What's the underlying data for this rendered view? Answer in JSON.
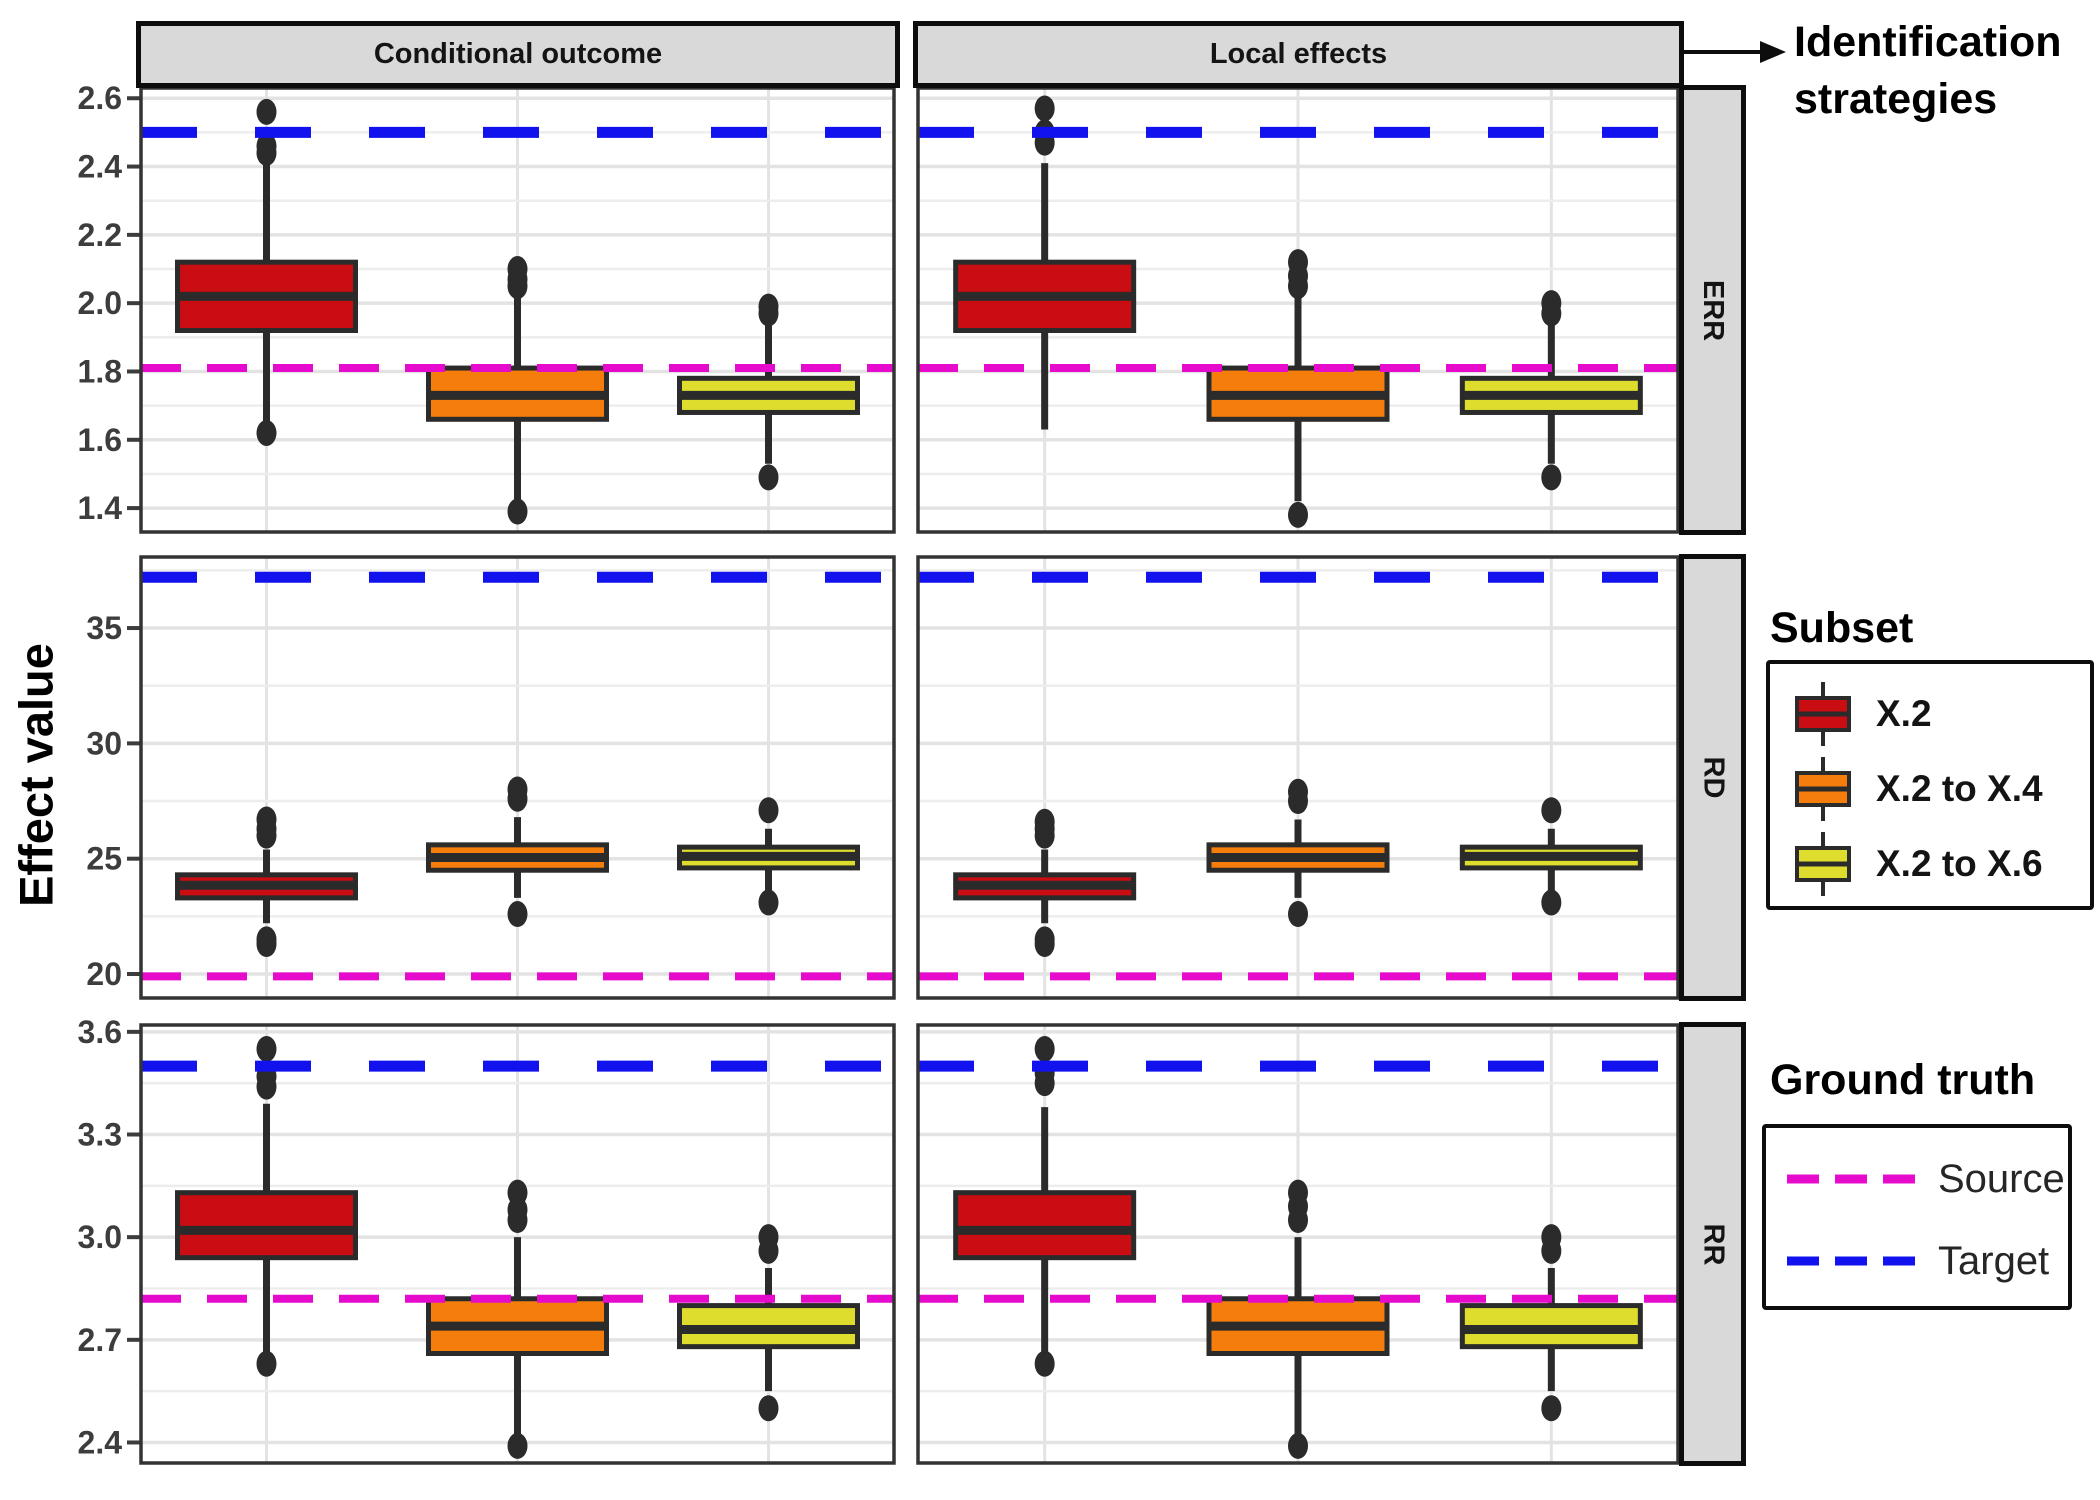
{
  "axis": {
    "y_title": "Effect value"
  },
  "annotation": {
    "line1": "Identification",
    "line2": "strategies"
  },
  "chart_data": {
    "type": "boxplot",
    "facet_columns": [
      "Conditional outcome",
      "Local effects"
    ],
    "series": [
      {
        "name": "X.2",
        "color": "#C90D12"
      },
      {
        "name": "X.2 to X.4",
        "color": "#F57D0B"
      },
      {
        "name": "X.2 to X.6",
        "color": "#DEDD2E"
      }
    ],
    "groundtruth": {
      "source_label": "Source",
      "source_color": "#E60ACD",
      "target_label": "Target",
      "target_color": "#1212EE"
    },
    "legend": {
      "subset_title": "Subset",
      "ground_truth_title": "Ground truth"
    },
    "rows": [
      {
        "label": "ERR",
        "ylim": [
          1.33,
          2.63
        ],
        "ticks": [
          "2.6",
          "2.4",
          "2.2",
          "2.0",
          "1.8",
          "1.6",
          "1.4"
        ],
        "source": 1.81,
        "target": 2.5,
        "panels": [
          [
            {
              "lo": 1.64,
              "q1": 1.92,
              "med": 2.02,
              "q3": 2.12,
              "hi": 2.42,
              "oh": [
                2.44,
                2.46,
                2.56
              ],
              "ol": [
                1.62
              ]
            },
            {
              "lo": 1.42,
              "q1": 1.66,
              "med": 1.73,
              "q3": 1.81,
              "hi": 2.02,
              "oh": [
                2.05,
                2.07,
                2.1
              ],
              "ol": [
                1.39
              ]
            },
            {
              "lo": 1.53,
              "q1": 1.68,
              "med": 1.73,
              "q3": 1.78,
              "hi": 1.94,
              "oh": [
                1.97,
                1.99
              ],
              "ol": [
                1.49
              ]
            }
          ],
          [
            {
              "lo": 1.63,
              "q1": 1.92,
              "med": 2.02,
              "q3": 2.12,
              "hi": 2.41,
              "oh": [
                2.47,
                2.5,
                2.57
              ],
              "ol": []
            },
            {
              "lo": 1.42,
              "q1": 1.66,
              "med": 1.73,
              "q3": 1.81,
              "hi": 2.02,
              "oh": [
                2.05,
                2.08,
                2.12
              ],
              "ol": [
                1.38
              ]
            },
            {
              "lo": 1.53,
              "q1": 1.68,
              "med": 1.73,
              "q3": 1.78,
              "hi": 1.94,
              "oh": [
                1.97,
                2.0
              ],
              "ol": [
                1.49
              ]
            }
          ]
        ]
      },
      {
        "label": "RD",
        "ylim": [
          18.96,
          38.08
        ],
        "ticks": [
          "35",
          "30",
          "25",
          "20"
        ],
        "source": 19.9,
        "target": 37.2,
        "panels": [
          [
            {
              "lo": 22.2,
              "q1": 23.3,
              "med": 23.85,
              "q3": 24.3,
              "hi": 25.4,
              "oh": [
                26.0,
                26.3,
                26.7
              ],
              "ol": [
                21.3,
                21.5
              ]
            },
            {
              "lo": 23.3,
              "q1": 24.5,
              "med": 25.05,
              "q3": 25.6,
              "hi": 26.8,
              "oh": [
                27.6,
                28.0
              ],
              "ol": [
                22.6
              ]
            },
            {
              "lo": 23.5,
              "q1": 24.6,
              "med": 25.1,
              "q3": 25.5,
              "hi": 26.3,
              "oh": [
                27.1
              ],
              "ol": [
                23.1
              ]
            }
          ],
          [
            {
              "lo": 22.2,
              "q1": 23.3,
              "med": 23.85,
              "q3": 24.3,
              "hi": 25.4,
              "oh": [
                26.0,
                26.3,
                26.6
              ],
              "ol": [
                21.3,
                21.5
              ]
            },
            {
              "lo": 23.3,
              "q1": 24.5,
              "med": 25.05,
              "q3": 25.6,
              "hi": 26.7,
              "oh": [
                27.5,
                27.9
              ],
              "ol": [
                22.6
              ]
            },
            {
              "lo": 23.5,
              "q1": 24.6,
              "med": 25.1,
              "q3": 25.5,
              "hi": 26.3,
              "oh": [
                27.1
              ],
              "ol": [
                23.1
              ]
            }
          ]
        ]
      },
      {
        "label": "RR",
        "ylim": [
          2.34,
          3.62
        ],
        "ticks": [
          "3.6",
          "3.3",
          "3.0",
          "2.7",
          "2.4"
        ],
        "source": 2.82,
        "target": 3.5,
        "panels": [
          [
            {
              "lo": 2.64,
              "q1": 2.94,
              "med": 3.02,
              "q3": 3.13,
              "hi": 3.39,
              "oh": [
                3.44,
                3.47,
                3.55
              ],
              "ol": [
                2.63
              ]
            },
            {
              "lo": 2.42,
              "q1": 2.66,
              "med": 2.74,
              "q3": 2.82,
              "hi": 3.0,
              "oh": [
                3.05,
                3.08,
                3.13
              ],
              "ol": [
                2.39
              ]
            },
            {
              "lo": 2.55,
              "q1": 2.68,
              "med": 2.73,
              "q3": 2.8,
              "hi": 2.91,
              "oh": [
                2.96,
                3.0
              ],
              "ol": [
                2.5
              ]
            }
          ],
          [
            {
              "lo": 2.64,
              "q1": 2.94,
              "med": 3.02,
              "q3": 3.13,
              "hi": 3.38,
              "oh": [
                3.45,
                3.48,
                3.55
              ],
              "ol": [
                2.63
              ]
            },
            {
              "lo": 2.42,
              "q1": 2.66,
              "med": 2.74,
              "q3": 2.82,
              "hi": 3.0,
              "oh": [
                3.05,
                3.09,
                3.13
              ],
              "ol": [
                2.39
              ]
            },
            {
              "lo": 2.55,
              "q1": 2.68,
              "med": 2.73,
              "q3": 2.8,
              "hi": 2.91,
              "oh": [
                2.96,
                3.0
              ],
              "ol": [
                2.5
              ]
            }
          ]
        ]
      }
    ]
  }
}
